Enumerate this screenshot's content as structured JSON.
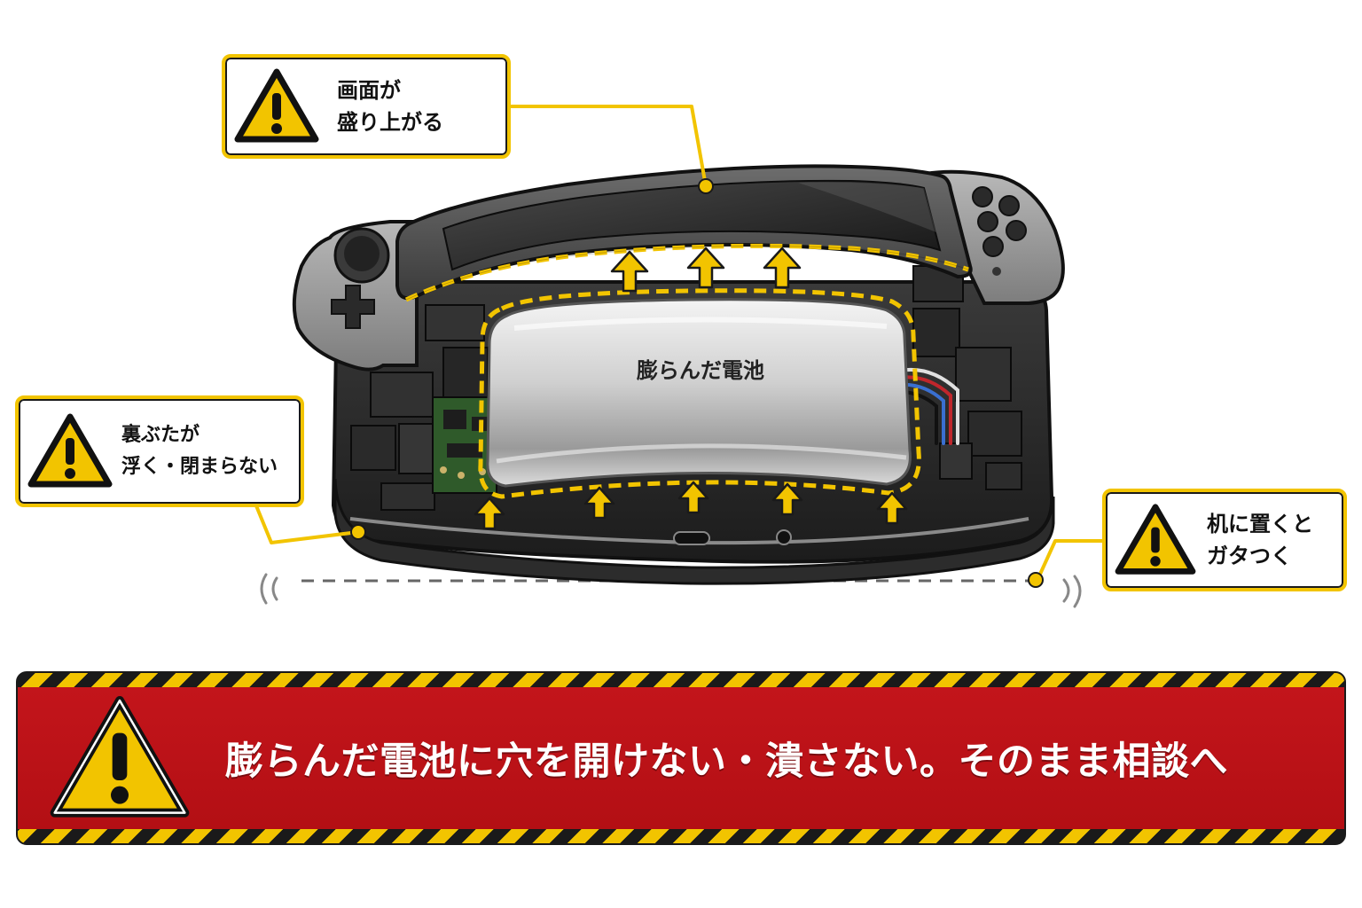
{
  "callouts": {
    "screen": {
      "line1": "画面が",
      "line2": "盛り上がる"
    },
    "back_cover": {
      "line1": "裏ぶたが",
      "line2": "浮く・閉まらない"
    },
    "wobble": {
      "line1": "机に置くと",
      "line2": "ガタつく"
    }
  },
  "battery_label": "膨らんだ電池",
  "banner": {
    "text": "膨らんだ電池に穴を開けない・潰さない。そのまま相談へ"
  },
  "colors": {
    "accent_yellow": "#f2c400",
    "banner_red": "#c3151b",
    "outline": "#1a1a1a"
  },
  "icons": [
    "warning-icon",
    "up-arrow-icon",
    "usb-c-port-icon",
    "headphone-jack-icon"
  ]
}
